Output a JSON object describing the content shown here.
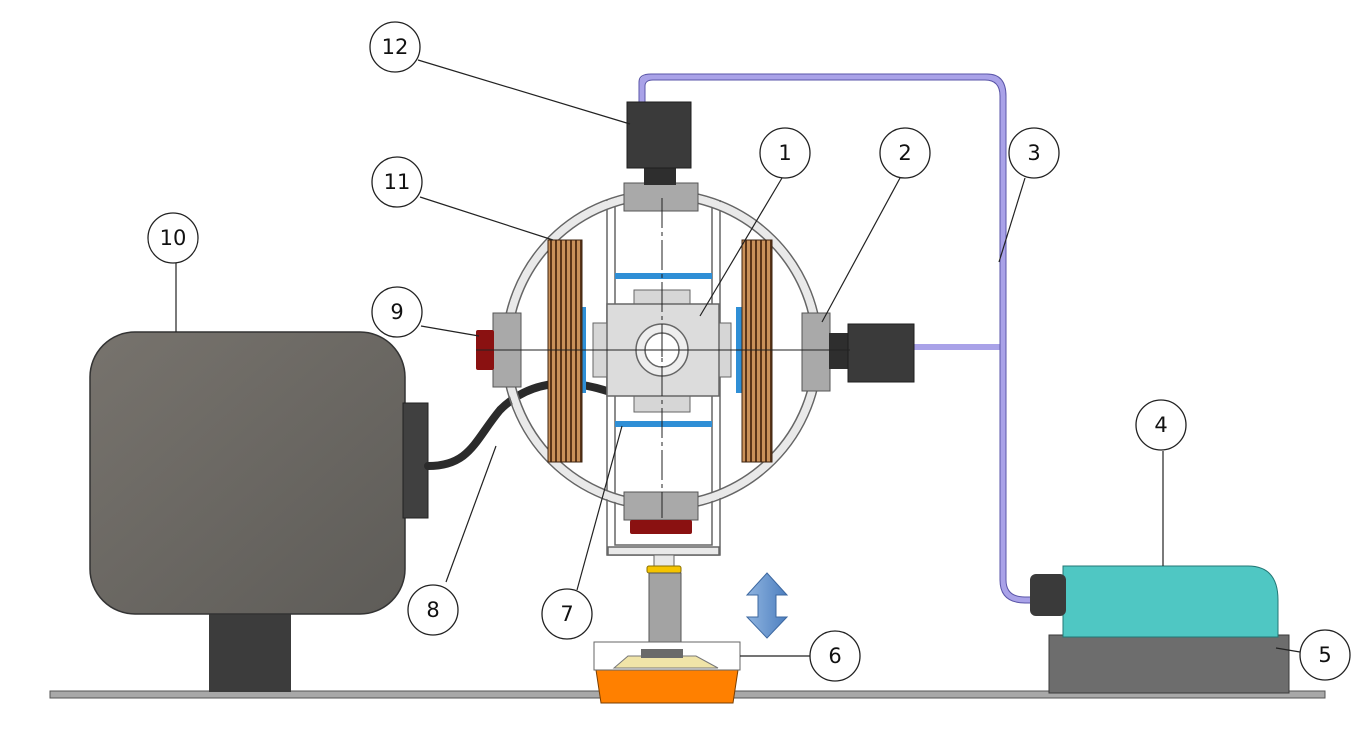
{
  "colors": {
    "background": "#ffffff",
    "motor_body": "#6e6b66",
    "dark_part": "#3d3d3d",
    "frame_light": "#e9e9e9",
    "frame_stroke": "#666666",
    "clamp_gray": "#a9a9a9",
    "brake_red": "#8a1111",
    "coil_copper": "#8a5a2f",
    "spacer_blue": "#2f8fd6",
    "tube_lavender": "#a9a2e8",
    "sensor_teal": "#4fc7c3",
    "stand_gray": "#6d6d6d",
    "cup_orange": "#ff8000",
    "arrow_blue": "#5b8cc6"
  },
  "callouts": [
    {
      "id": "1",
      "label": "1"
    },
    {
      "id": "2",
      "label": "2"
    },
    {
      "id": "3",
      "label": "3"
    },
    {
      "id": "4",
      "label": "4"
    },
    {
      "id": "5",
      "label": "5"
    },
    {
      "id": "6",
      "label": "6"
    },
    {
      "id": "7",
      "label": "7"
    },
    {
      "id": "8",
      "label": "8"
    },
    {
      "id": "9",
      "label": "9"
    },
    {
      "id": "10",
      "label": "10"
    },
    {
      "id": "11",
      "label": "11"
    },
    {
      "id": "12",
      "label": "12"
    }
  ]
}
